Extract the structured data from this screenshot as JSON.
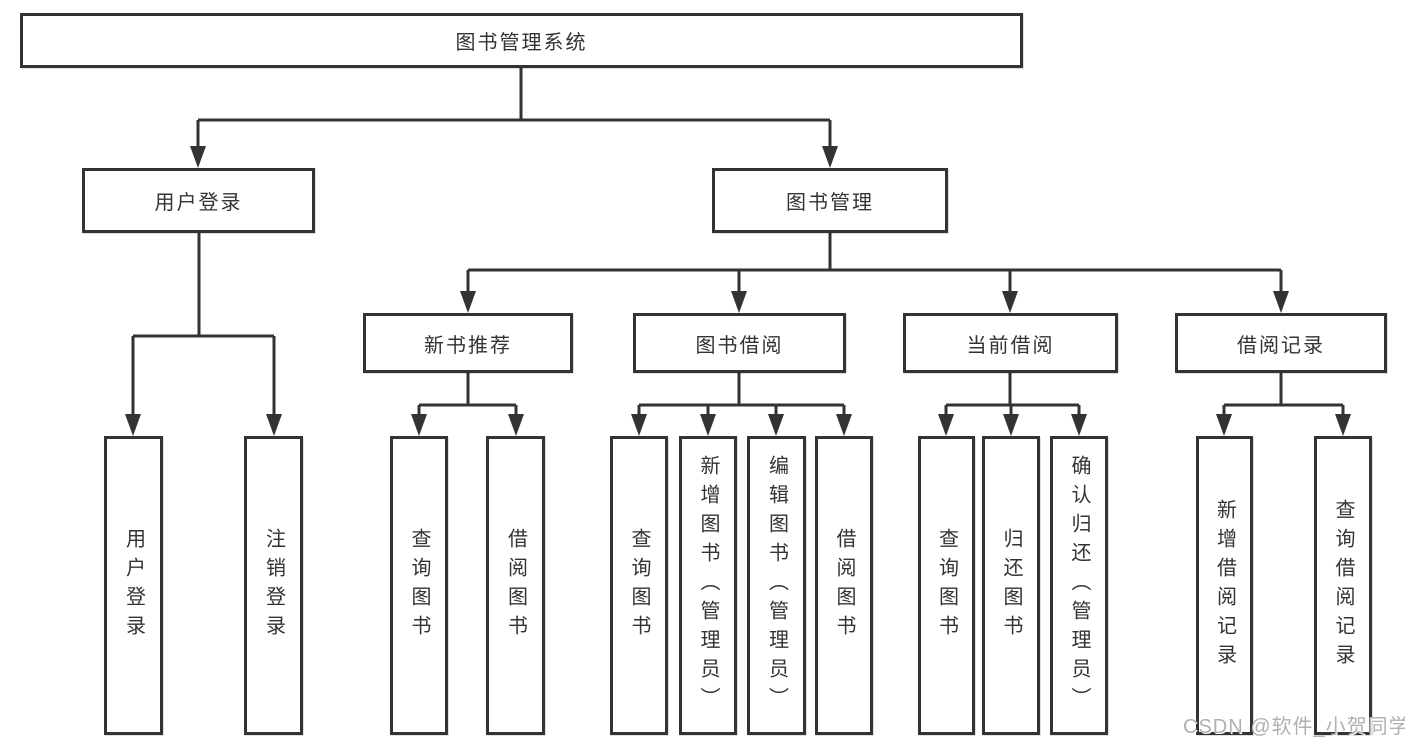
{
  "tree": {
    "root": {
      "label": "图书管理系统"
    },
    "branches": [
      {
        "label": "用户登录",
        "leaves": [
          "用户登录",
          "注销登录"
        ]
      },
      {
        "label": "图书管理",
        "groups": [
          {
            "label": "新书推荐",
            "leaves": [
              "查询图书",
              "借阅图书"
            ]
          },
          {
            "label": "图书借阅",
            "leaves": [
              "查询图书",
              "新增图书（管理员）",
              "编辑图书（管理员）",
              "借阅图书"
            ]
          },
          {
            "label": "当前借阅",
            "leaves": [
              "查询图书",
              "归还图书",
              "确认归还（管理员）"
            ]
          },
          {
            "label": "借阅记录",
            "leaves": [
              "新增借阅记录",
              "查询借阅记录"
            ]
          }
        ]
      }
    ]
  },
  "watermark": {
    "text": "CSDN @软件_小贺同学",
    "color": "#b0b0b0"
  },
  "colors": {
    "line": "#333333",
    "box_border": "#333333",
    "box_fill": "#ffffff",
    "text": "#333333",
    "background": "#ffffff"
  }
}
